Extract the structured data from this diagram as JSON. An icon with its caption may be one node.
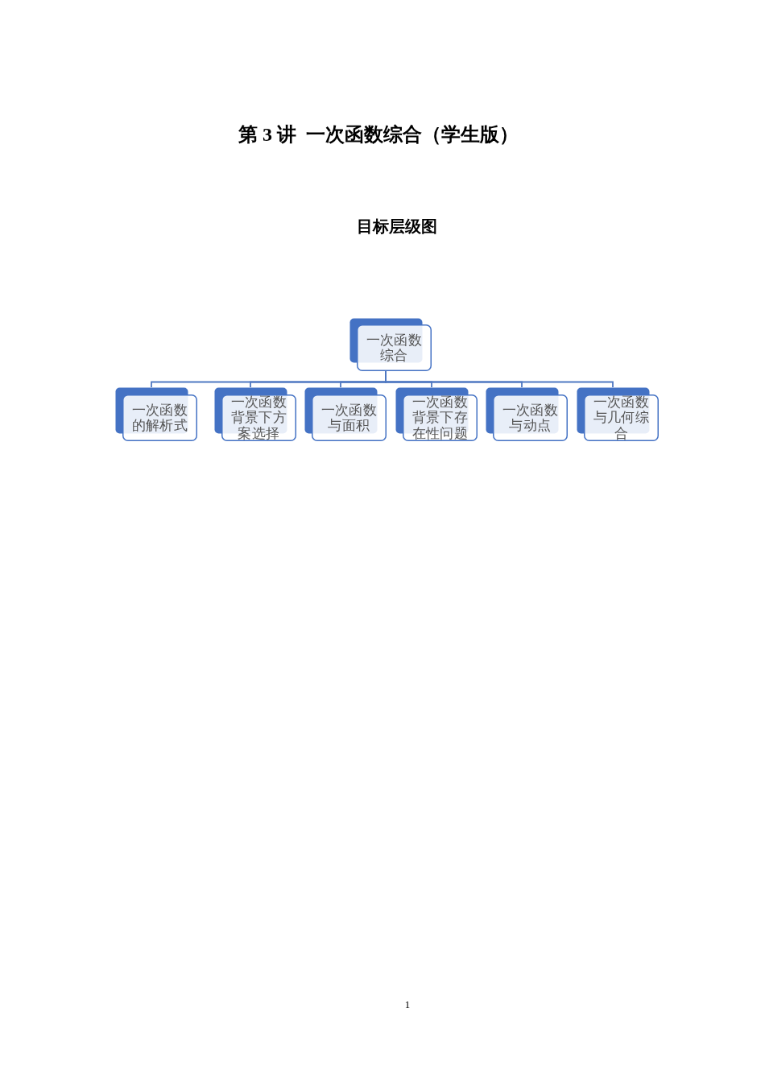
{
  "diagram": {
    "title": "第 3 讲  一次函数综合（学生版）",
    "nodes": [
      {
        "text": [
          "一次函数综合"
        ]
      },
      {
        "text": [
          "一次函数的解析式"
        ]
      },
      {
        "text": [
          "一次函数背景下方案选择"
        ]
      },
      {
        "text": [
          "一次函数与面积"
        ]
      },
      {
        "text": [
          "一次函数背景下存在性问题"
        ]
      },
      {
        "text": [
          "一次函数与动点"
        ]
      },
      {
        "text": [
          "一次函数与几何综合"
        ]
      }
    ],
    "edges": [
      {
        "from": 0,
        "to": 1,
        "arrow": "none"
      },
      {
        "from": 0,
        "to": 2,
        "arrow": "none"
      },
      {
        "from": 0,
        "to": 3,
        "arrow": "none"
      },
      {
        "from": 0,
        "to": 4,
        "arrow": "none"
      },
      {
        "from": 0,
        "to": 5,
        "arrow": "none"
      },
      {
        "from": 0,
        "to": 6,
        "arrow": "none"
      }
    ],
    "labels": [
      "目标层级图",
      "1"
    ]
  }
}
